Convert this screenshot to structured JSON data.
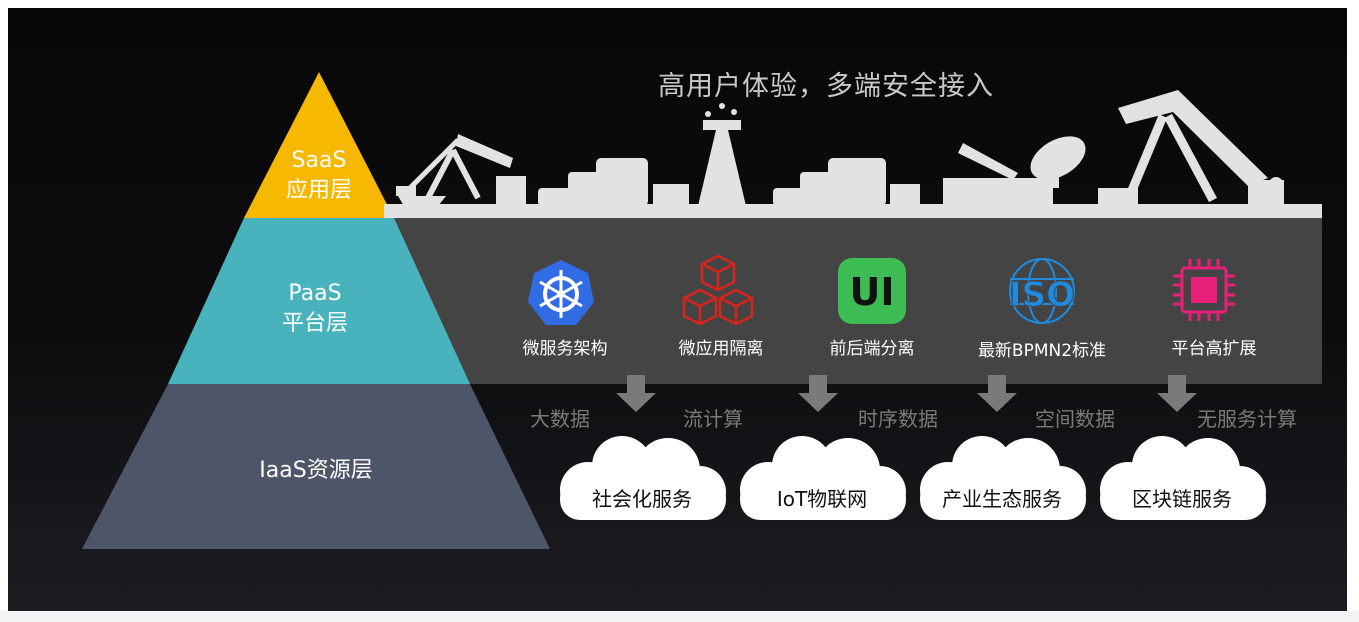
{
  "headline": "高用户体验，多端安全接入",
  "pyramid": {
    "saas": {
      "line1": "SaaS",
      "line2": "应用层",
      "color": "#f6b800"
    },
    "paas": {
      "line1": "PaaS",
      "line2": "平台层",
      "color": "#49b3bd"
    },
    "iaas": {
      "label": "IaaS资源层",
      "color": "#4d5569"
    }
  },
  "features": [
    {
      "label": "微服务架构",
      "icon": "kubernetes-helm-icon"
    },
    {
      "label": "微应用隔离",
      "icon": "cubes-icon"
    },
    {
      "label": "前后端分离",
      "icon": "ui-icon",
      "icon_text": "UI"
    },
    {
      "label": "最新BPMN2标准",
      "icon": "iso-globe-icon",
      "icon_text": "ISO"
    },
    {
      "label": "平台高扩展",
      "icon": "chip-icon"
    }
  ],
  "data_types": [
    "大数据",
    "流计算",
    "时序数据",
    "空间数据",
    "无服务计算"
  ],
  "clouds": [
    "社会化服务",
    "IoT物联网",
    "产业生态服务",
    "区块链服务"
  ],
  "colors": {
    "band": "#444444",
    "skyline": "#e2e2e2",
    "arrow": "#7a7a7a",
    "kube": "#326ce5",
    "cube": "#d8241c",
    "ui": "#3dbc54",
    "iso": "#1f8be0",
    "chip": "#e8207a"
  }
}
